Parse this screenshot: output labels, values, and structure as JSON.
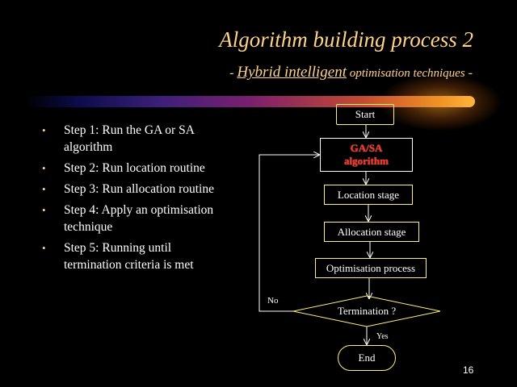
{
  "title": "Algorithm building process 2",
  "subtitle": {
    "prefix": "- ",
    "emphasis": "Hybrid intelligent",
    "rest": " optimisation techniques",
    "suffix": " -"
  },
  "steps": [
    "Step 1: Run the GA or SA algorithm",
    "Step 2: Run location routine",
    "Step 3: Run allocation routine",
    "Step 4: Apply an optimisation technique",
    "Step 5: Running until termination criteria is met"
  ],
  "bullet_char": "•",
  "flowchart": {
    "start": "Start",
    "ga_line1": "GA/SA",
    "ga_line2": "algorithm",
    "location": "Location stage",
    "allocation": "Allocation stage",
    "optimisation": "Optimisation process",
    "termination": "Termination ?",
    "end": "End",
    "no_label": "No",
    "yes_label": "Yes"
  },
  "colors": {
    "title": "#ffd38a",
    "node_border": "#fff27a",
    "ga_text": "#ff3020",
    "background": "#000000"
  },
  "page_number": "16"
}
